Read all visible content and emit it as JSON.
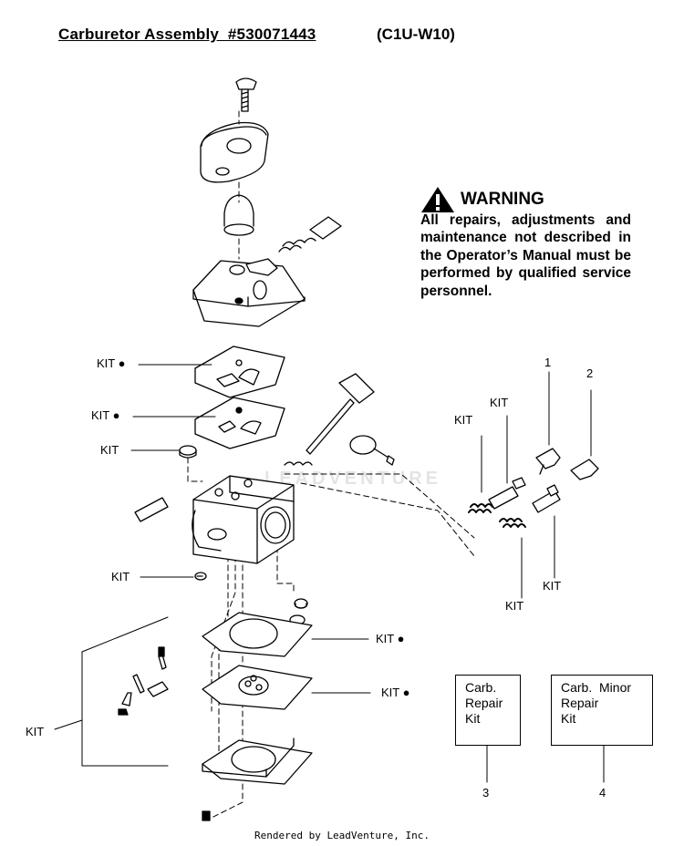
{
  "header": {
    "title": "Carburetor Assembly  #530071443",
    "model": "(C1U-W10)"
  },
  "warning": {
    "heading": "WARNING",
    "body": "All repairs, adjustments and maintenance not de­scribed in the Operator’s Manual must be performed by qualified service per­sonnel."
  },
  "callouts": {
    "kit_dot_1": "KIT ●",
    "kit_dot_2": "KIT ●",
    "kit_primer": "KIT",
    "kit_screw": "KIT",
    "kit_left": "KIT",
    "kit_dot_3": "KIT ●",
    "kit_dot_4": "KIT ●",
    "kit_needle_a": "KIT",
    "kit_needle_b": "KIT",
    "kit_needle_c": "KIT",
    "kit_needle_d": "KIT",
    "num_1": "1",
    "num_2": "2",
    "num_3": "3",
    "num_4": "4"
  },
  "legend_boxes": {
    "repair_kit": [
      "Carb.",
      "Repair",
      "Kit"
    ],
    "minor_kit": [
      "Carb.  Minor",
      "Repair",
      "Kit"
    ]
  },
  "watermark": "LEADVENTURE",
  "footer": "Rendered by LeadVenture, Inc."
}
